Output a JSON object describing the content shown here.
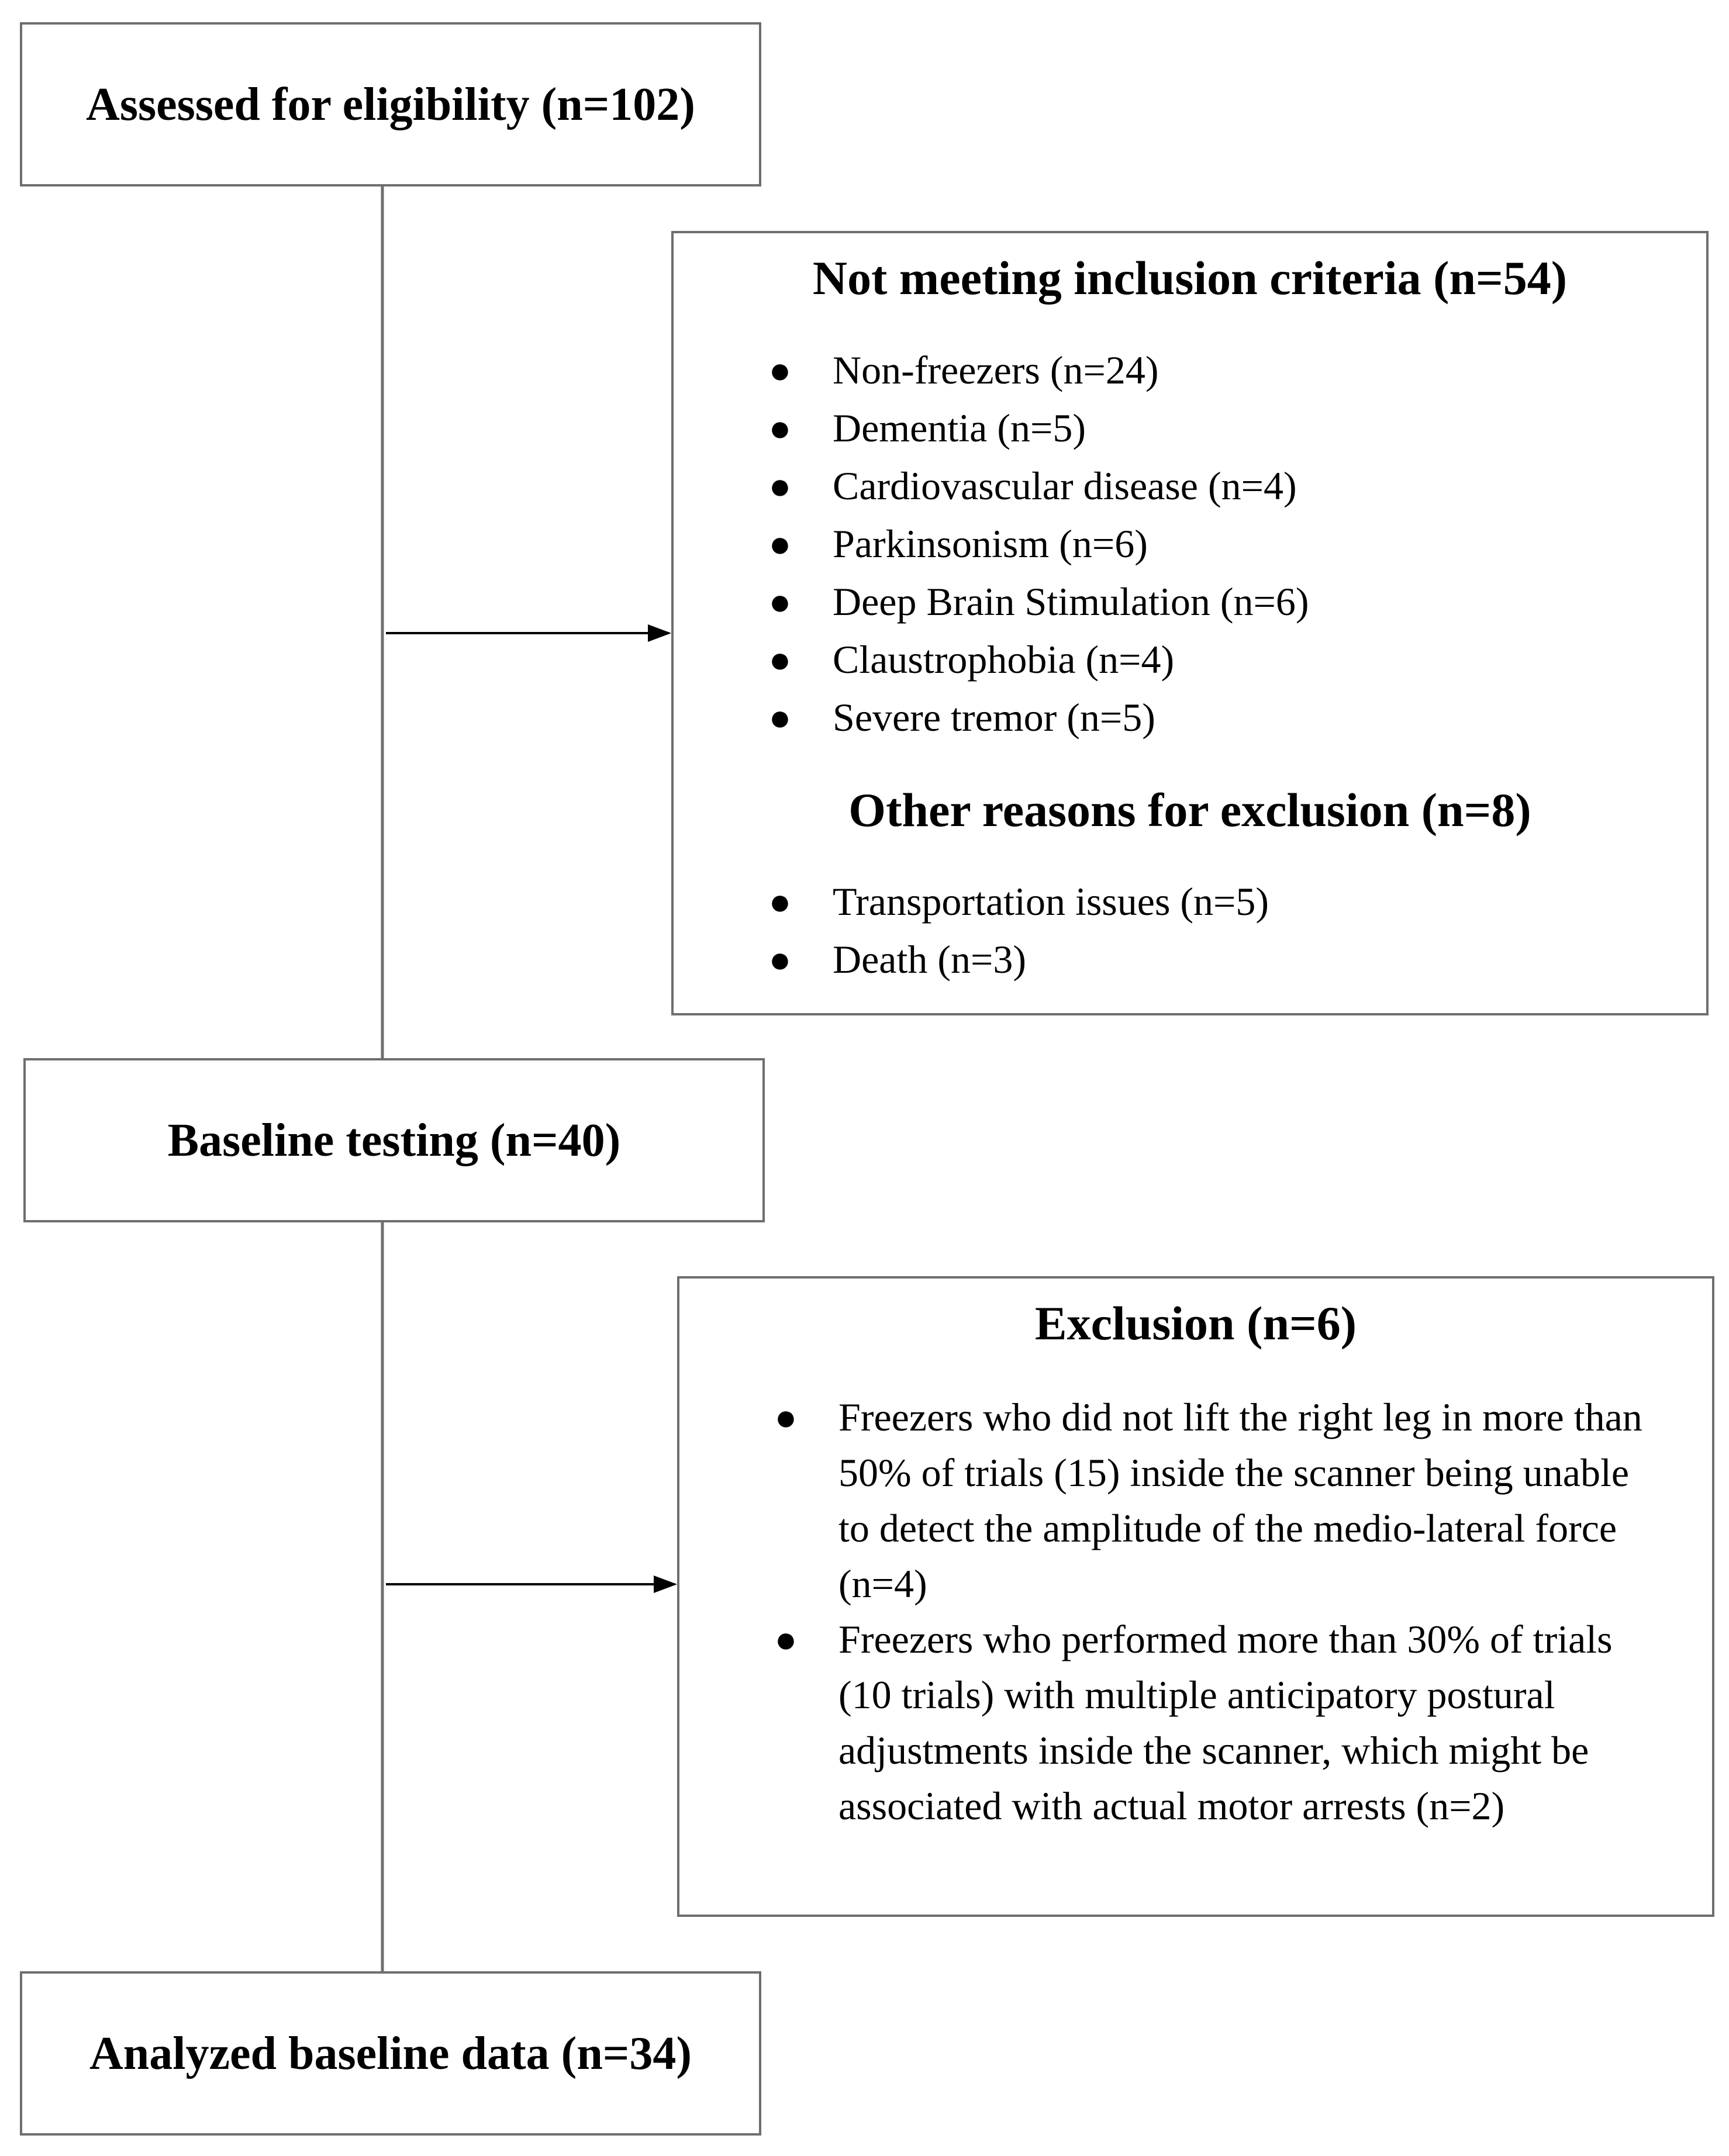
{
  "flow": {
    "assessed": {
      "title": "Assessed for eligibility (n=102)"
    },
    "not_meeting": {
      "title": "Not meeting inclusion criteria (n=54)",
      "items": [
        "Non-freezers (n=24)",
        "Dementia (n=5)",
        "Cardiovascular disease (n=4)",
        "Parkinsonism (n=6)",
        "Deep Brain Stimulation (n=6)",
        "Claustrophobia (n=4)",
        "Severe tremor (n=5)"
      ],
      "other_title": "Other reasons for exclusion (n=8)",
      "other_items": [
        "Transportation issues (n=5)",
        "Death (n=3)"
      ]
    },
    "baseline": {
      "title": "Baseline testing (n=40)"
    },
    "exclusion": {
      "title": "Exclusion (n=6)",
      "items": [
        "Freezers who did not lift the right leg in more than 50% of trials (15) inside the scanner being unable to detect the amplitude of the medio-lateral force (n=4)",
        "Freezers who performed more than 30% of trials (10 trials) with multiple anticipatory postural adjustments inside the scanner, which might be associated with actual motor arrests (n=2)"
      ]
    },
    "analyzed": {
      "title": "Analyzed baseline data (n=34)"
    }
  },
  "colors": {
    "border": "#6e6e6e",
    "line": "#6e6e6e",
    "arrow": "#000000",
    "text": "#000000"
  }
}
